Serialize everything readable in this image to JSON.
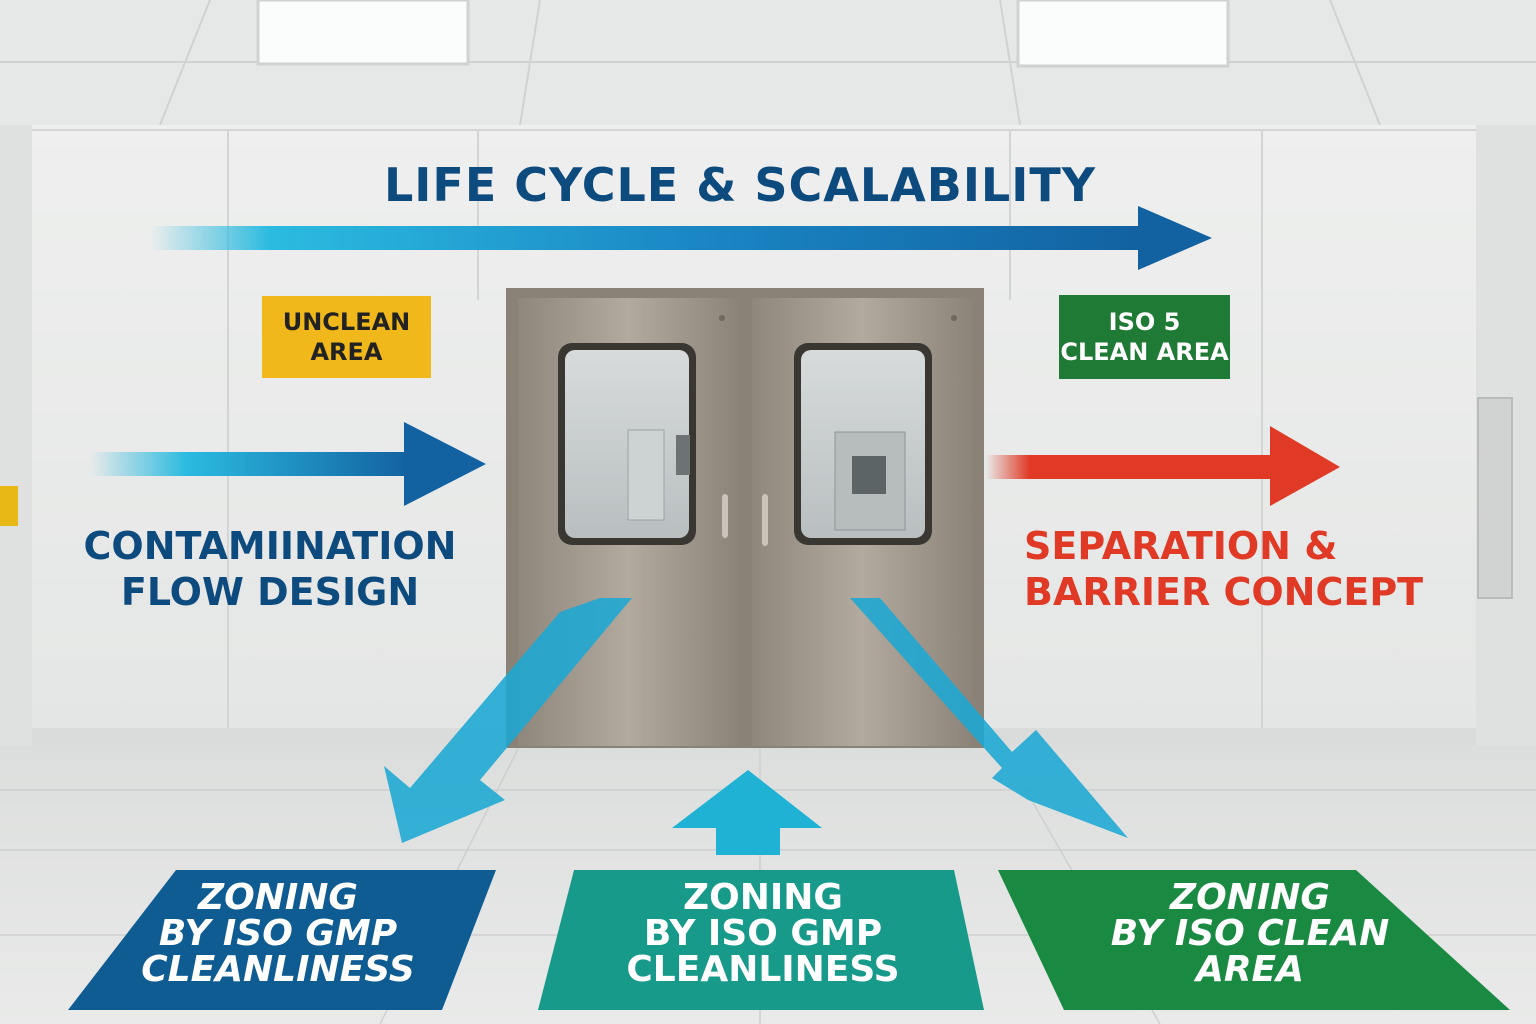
{
  "colors": {
    "navy": "#0d4a7e",
    "cyan": "#26b6d9",
    "red": "#e03a26",
    "yellow_sign": "#f0b81a",
    "green_sign": "#1e7a35",
    "floor_blue": "#0f5c93",
    "floor_teal": "#179a8a",
    "floor_green": "#1a8a43"
  },
  "wall": {
    "headline": "LIFE CYCLE & SCALABILITY",
    "unclean_sign": {
      "line1": "UNCLEAN",
      "line2": "AREA"
    },
    "clean_sign": {
      "line1": "ISO 5",
      "line2": "CLEAN AREA"
    },
    "left_caption": {
      "line1": "CONTAMIINATION",
      "line2": "FLOW DESIGN"
    },
    "right_caption": {
      "line1": "SEPARATION &",
      "line2": "BARRIER CONCEPT"
    }
  },
  "floor": {
    "panels": [
      {
        "line1": "ZONING",
        "line2": "BY ISO GMP",
        "line3": "CLEANLINESS"
      },
      {
        "line1": "ZONING",
        "line2": "BY ISO GMP",
        "line3": "CLEANLINESS"
      },
      {
        "line1": "ZONING",
        "line2": "BY ISO CLEAN",
        "line3": "AREA"
      }
    ]
  }
}
